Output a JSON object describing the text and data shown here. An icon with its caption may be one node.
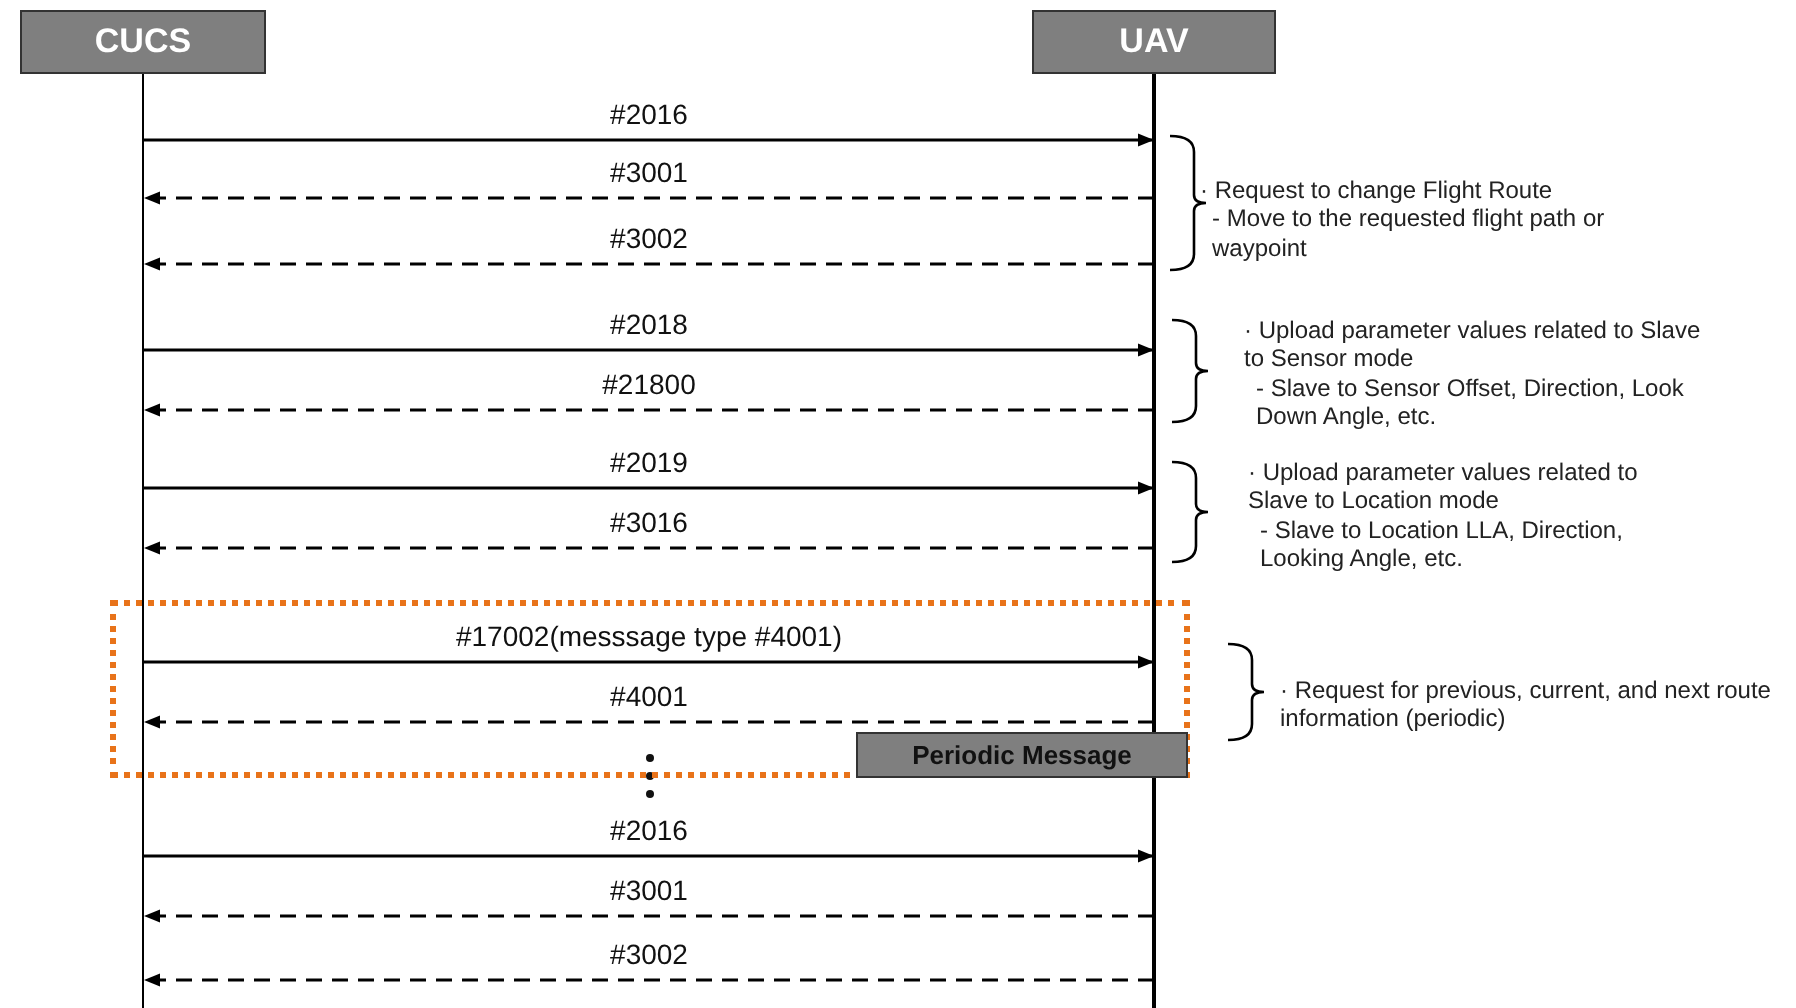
{
  "diagram": {
    "nodes": [
      {
        "text": [
          "CUCS"
        ]
      },
      {
        "text": [
          "UAV"
        ]
      },
      {
        "text": [],
        "shape": "box"
      },
      {
        "text": [
          "Periodic Message"
        ],
        "in": 2
      }
    ],
    "edges": [
      {
        "from": 0,
        "to": 1,
        "arrow": "to",
        "label": "#2016"
      },
      {
        "from": 1,
        "to": 0,
        "arrow": "to",
        "label": "#3001",
        "style": "dashed"
      },
      {
        "from": 1,
        "to": 0,
        "arrow": "to",
        "label": "#3002",
        "style": "dashed"
      },
      {
        "from": 0,
        "to": 1,
        "arrow": "to",
        "label": "#2018"
      },
      {
        "from": 1,
        "to": 0,
        "arrow": "to",
        "label": "#21800",
        "style": "dashed"
      },
      {
        "from": 0,
        "to": 1,
        "arrow": "to",
        "label": "#2019"
      },
      {
        "from": 1,
        "to": 0,
        "arrow": "to",
        "label": "#3016",
        "style": "dashed"
      },
      {
        "from": 0,
        "to": 1,
        "arrow": "to",
        "label": "#17002(messsage type #4001)"
      },
      {
        "from": 1,
        "to": 0,
        "arrow": "to",
        "label": "#4001",
        "style": "dashed"
      },
      {
        "from": 0,
        "to": 1,
        "arrow": "to",
        "label": "#2016"
      },
      {
        "from": 1,
        "to": 0,
        "arrow": "to",
        "label": "#3001",
        "style": "dashed"
      },
      {
        "from": 1,
        "to": 0,
        "arrow": "to",
        "label": "#3002",
        "style": "dashed"
      }
    ],
    "labels": [
      "· Request to change Flight Route",
      "- Move to the requested flight path or waypoint",
      "· Upload parameter values related to Slave to Sensor mode",
      "- Slave to Sensor Offset, Direction, Look Down Angle, etc.",
      "· Upload parameter values related to Slave to Location mode",
      "- Slave to Location LLA, Direction, Looking Angle, etc.",
      "· Request for previous, current, and next route information (periodic)"
    ]
  }
}
